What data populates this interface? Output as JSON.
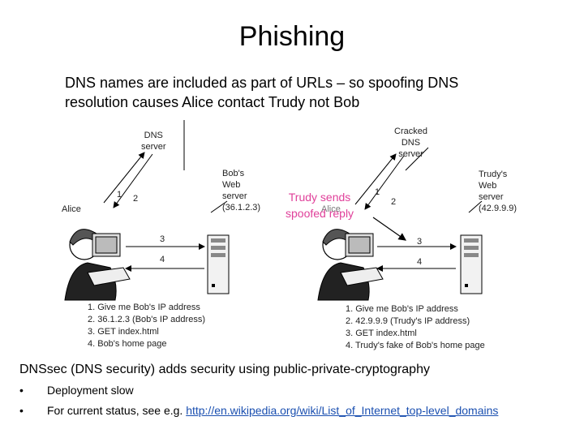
{
  "title": "Phishing",
  "intro": {
    "line1": "DNS names are included as part of URLs – so spoofing DNS",
    "line2": "resolution causes Alice contact Trudy not Bob"
  },
  "left_scenario": {
    "dns_server": [
      "DNS",
      "server"
    ],
    "alice": "Alice",
    "web_server": [
      "Bob's",
      "Web",
      "server",
      "(36.1.2.3)"
    ],
    "arrows": [
      "1",
      "2",
      "3",
      "4"
    ],
    "steps": [
      "1. Give me Bob's IP address",
      "2. 36.1.2.3 (Bob's IP address)",
      "3. GET index.html",
      "4. Bob's home page"
    ]
  },
  "right_scenario": {
    "dns_server": [
      "Cracked",
      "DNS",
      "server"
    ],
    "alice": "Alice",
    "web_server": [
      "Trudy's",
      "Web",
      "server",
      "(42.9.9.9)"
    ],
    "arrows": [
      "1",
      "2",
      "3",
      "4"
    ],
    "steps": [
      "1. Give me Bob's IP address",
      "2. 42.9.9.9 (Trudy's IP address)",
      "3. GET index.html",
      "4. Trudy's fake of Bob's home page"
    ]
  },
  "callout": {
    "line1": "Trudy sends",
    "line2": "spoofed reply"
  },
  "dnssec": "DNSsec (DNS security) adds security using public-private-cryptography",
  "bullets": [
    {
      "marker": "•",
      "text": "Deployment slow"
    },
    {
      "marker": "•",
      "text": "For current status, see e.g. ",
      "link": "http://en.wikipedia.org/wiki/List_of_Internet_top-level_domains"
    }
  ],
  "colors": {
    "callout": "#e0409a",
    "link": "#1a4fb0"
  }
}
